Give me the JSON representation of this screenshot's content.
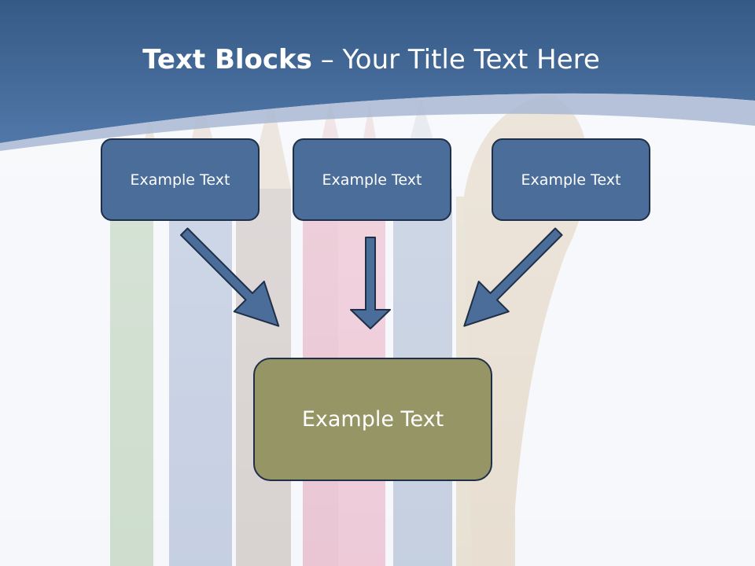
{
  "slide": {
    "title_bold": "Text Blocks",
    "title_dash": " – ",
    "title_rest": "Your Title Text Here"
  },
  "diagram": {
    "top_blocks": [
      {
        "label": "Example Text"
      },
      {
        "label": "Example Text"
      },
      {
        "label": "Example Text"
      }
    ],
    "result_block": {
      "label": "Example Text"
    }
  },
  "colors": {
    "header_band": "#47689a",
    "top_block_fill": "#4a6d9a",
    "result_block_fill": "#959565",
    "arrow_fill": "#4a6d9a",
    "outline": "#1f2f47"
  },
  "icons": {
    "background": "colored-pencils-image"
  }
}
